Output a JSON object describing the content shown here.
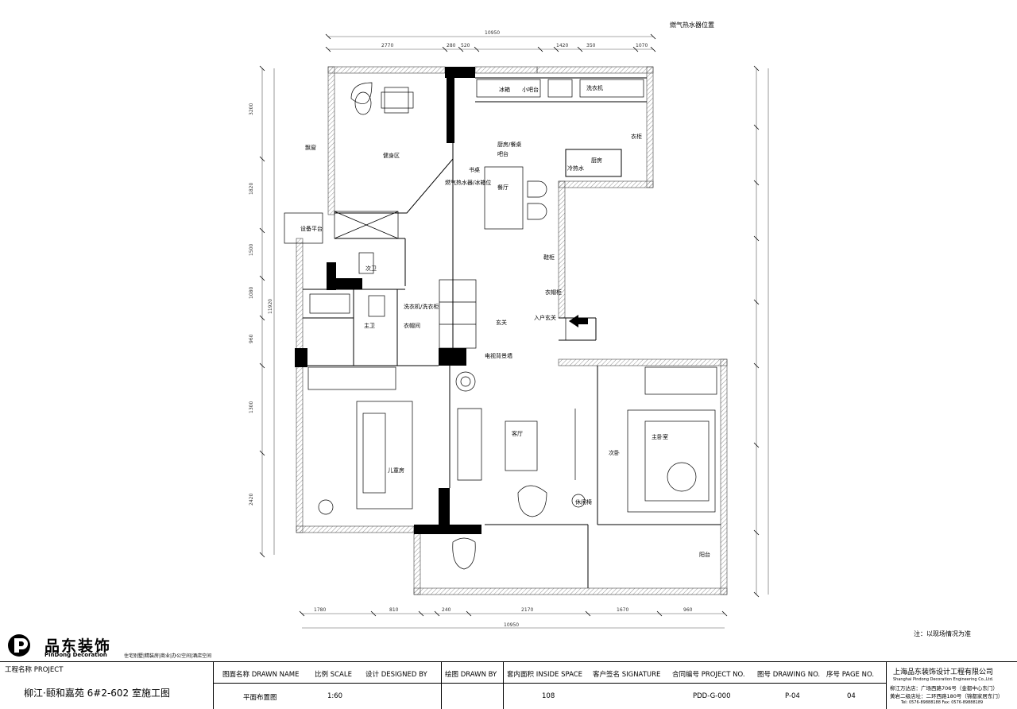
{
  "labels": {
    "study": "健身区",
    "kitchen": "厨房",
    "refrigerator": "冰箱",
    "washer": "洗衣机",
    "dining_area_1": "厨房/餐桌",
    "dining_area_2": "吧台",
    "dining": "餐厅",
    "balcony_platform": "设备平台",
    "toilet": "次卫",
    "laundry": "洗衣机/洗衣柜",
    "master_bath": "主卫",
    "dresser": "衣帽间",
    "entrance": "玄关",
    "entry_note": "入户玄关",
    "shoe_cabinet": "鞋柜",
    "coat": "衣帽柜",
    "tv_wall": "电视背景墙",
    "bedroom2": "儿童房",
    "living": "客厅",
    "bedroom3": "次卧",
    "master_bedroom": "主卧室",
    "armchair": "休闲椅",
    "balcony": "阳台",
    "counter": "小吧台",
    "window_left": "飘窗",
    "hanger": "衣柜",
    "cold_hot": "冷热水",
    "appliance": "燃气热水器/冰箱位",
    "fitness_label": "书桌"
  },
  "dims_top": [
    "2770",
    "280",
    "520",
    "1420",
    "350",
    "1070"
  ],
  "dims_bottom": [
    "1780",
    "810",
    "240",
    "2170",
    "1670",
    "960"
  ],
  "dims_left": [
    "3200",
    "1820",
    "1500",
    "1080",
    "960",
    "1300",
    "2420"
  ],
  "dims_total_bottom": "10950",
  "dims_total_top": "10950",
  "dims_total_left": "11920",
  "notes": {
    "top": "燃气热水器位置",
    "field": "注：以现场情况为准"
  },
  "logo": {
    "cn": "品东装饰",
    "en": "PinDong Decoration",
    "tagline": "住宅别墅|精装房|商业|办公空间|酒店空间"
  },
  "titleblock": {
    "project_label": "工程名称 PROJECT",
    "project_name": "柳江·颐和嘉苑 6#2-602 室施工图",
    "drawn_name_label": "图面名称 DRAWN NAME",
    "drawn_name": "平面布置图",
    "scale_label": "比例 SCALE",
    "scale": "1:60",
    "designed_label": "设计 DESIGNED BY",
    "drawn_by_label": "绘图 DRAWN BY",
    "inside_space_label": "套内面积 INSIDE SPACE",
    "inside_space": "108",
    "signature_label": "客户签名 SIGNATURE",
    "contract_label": "合同编号 PROJECT NO.",
    "contract": "PDD-G-000",
    "drawing_no_label": "图号 DRAWING NO.",
    "drawing_no": "P-04",
    "page_label": "序号 PAGE NO.",
    "page": "04",
    "company_cn": "上海品东装饰设计工程有限公司",
    "company_en": "Shanghai Pindong Decoration Engineering Co.,Ltd.",
    "addr1": "柳江万达店：广场西路706号（金都中心东门）",
    "addr2": "黄岩二级店址：二环西路180号（锦都家居东门）",
    "tel": "Tel: 0576-89888188    Fax: 0576-89888189"
  }
}
